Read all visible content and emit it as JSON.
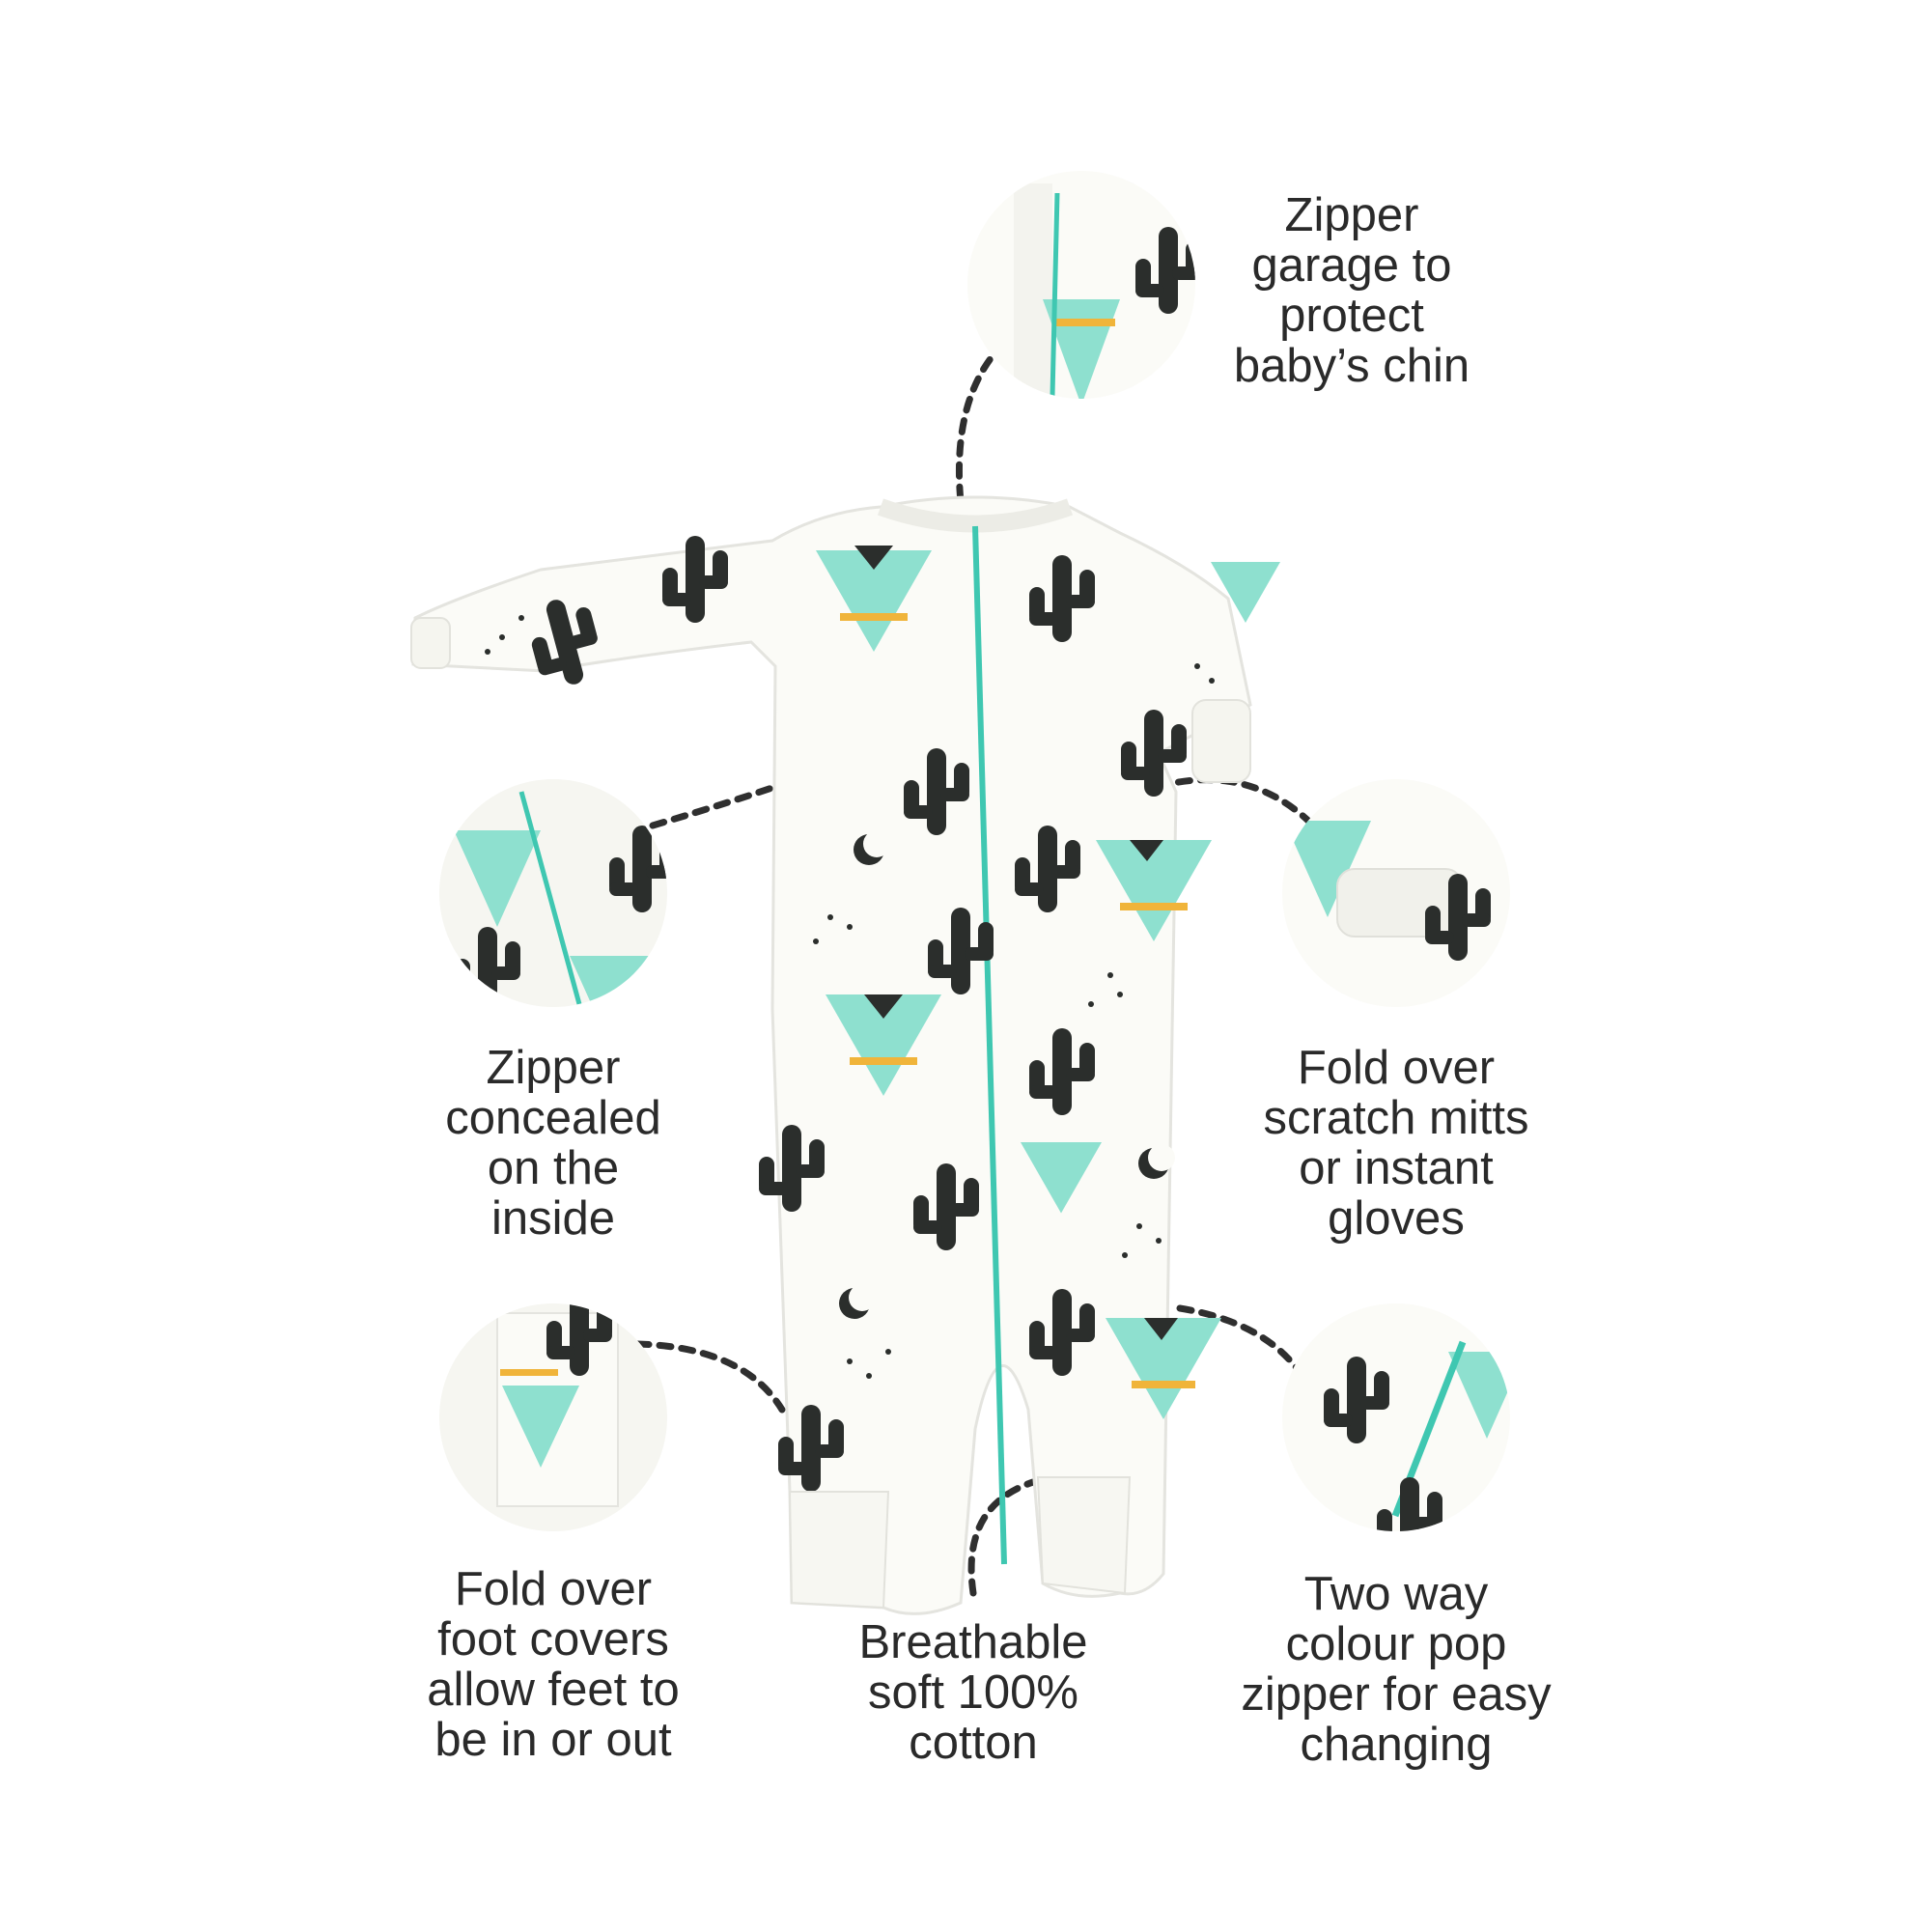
{
  "colors": {
    "background": "#ffffff",
    "fabric": "#fbfbf7",
    "mint": "#8ee0cf",
    "zipper": "#3fc7b1",
    "cactus": "#2b2e2c",
    "accent_yellow": "#f0b43a",
    "text": "#2a2a2a",
    "dash": "#2f2f2f"
  },
  "callouts": {
    "zipper_garage": {
      "lines": [
        "Zipper",
        "garage to",
        "protect",
        "baby’s chin"
      ],
      "icon": "zipper-garage-detail-icon"
    },
    "zipper_concealed": {
      "lines": [
        "Zipper",
        "concealed",
        "on the",
        "inside"
      ],
      "icon": "concealed-zipper-detail-icon"
    },
    "scratch_mitts": {
      "lines": [
        "Fold over",
        "scratch mitts",
        "or instant",
        "gloves"
      ],
      "icon": "scratch-mitt-detail-icon"
    },
    "foot_covers": {
      "lines": [
        "Fold over",
        "foot covers",
        "allow feet to",
        "be in or out"
      ],
      "icon": "foot-cover-detail-icon"
    },
    "cotton": {
      "lines": [
        "Breathable",
        "soft 100%",
        "cotton"
      ]
    },
    "two_way_zipper": {
      "lines": [
        "Two way",
        "colour pop",
        "zipper for easy",
        "changing"
      ],
      "icon": "two-way-zipper-detail-icon"
    }
  },
  "product": {
    "icon": "baby-romper-icon",
    "pattern_icons": [
      "cactus-icon",
      "teepee-icon",
      "moon-icon",
      "arrow-icon"
    ]
  }
}
